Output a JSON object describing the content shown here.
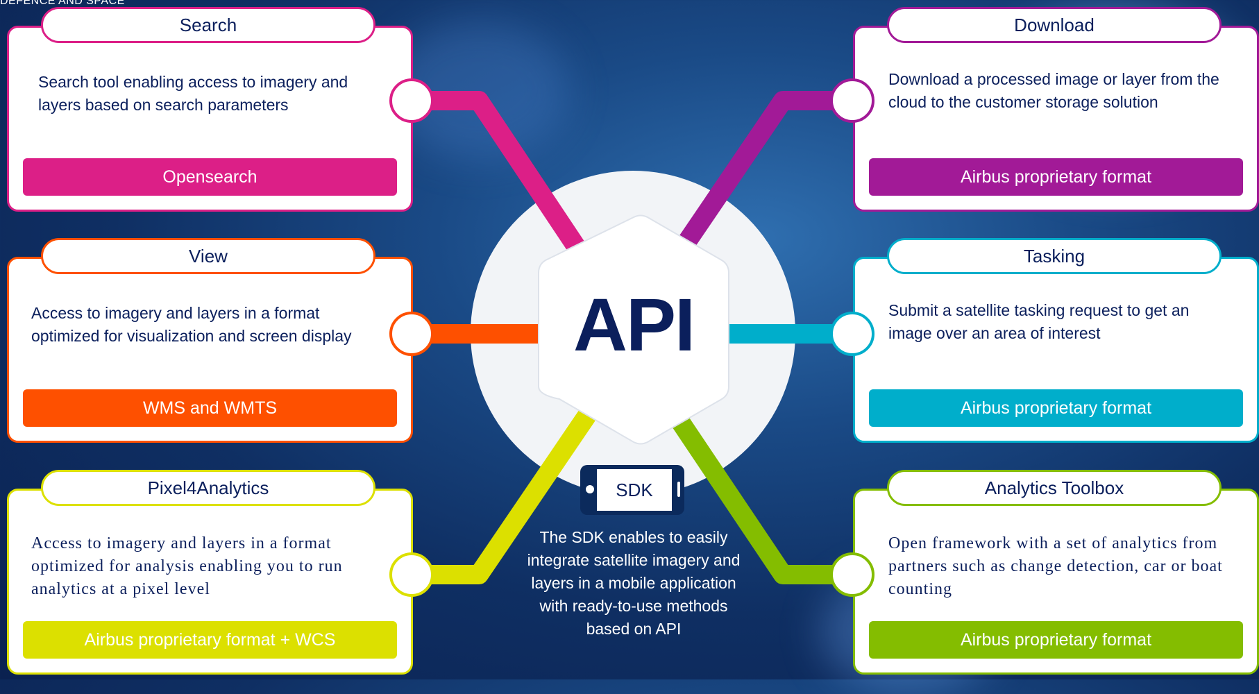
{
  "header": {
    "text": "DEFENCE AND SPACE"
  },
  "center": {
    "label": "API"
  },
  "sdk": {
    "label": "SDK",
    "description": "The SDK enables to easily integrate satellite imagery and layers in a mobile application with ready-to-use methods based on API"
  },
  "cards": {
    "search": {
      "title": "Search",
      "description": "Search tool enabling access to imagery and layers based on search parameters",
      "button": "Opensearch",
      "color": "#dc1f87"
    },
    "view": {
      "title": "View",
      "description": "Access to imagery and layers in a format optimized for visualization and screen display",
      "button": "WMS and WMTS",
      "color": "#fe5000"
    },
    "pixel": {
      "title": "Pixel4Analytics",
      "description": "Access to imagery and layers in a format optimized for analysis enabling you to run analytics at a pixel level",
      "button": "Airbus proprietary format + WCS",
      "color": "#dce000"
    },
    "download": {
      "title": "Download",
      "description": "Download a processed image or layer from the cloud to the customer storage solution",
      "button": "Airbus proprietary format",
      "color": "#a21a97"
    },
    "tasking": {
      "title": "Tasking",
      "description": "Submit a satellite tasking request to get an image over an area of interest",
      "button": "Airbus proprietary format",
      "color": "#00aecb"
    },
    "analytics": {
      "title": "Analytics Toolbox",
      "description": "Open framework with a set of analytics from partners such as change detection, car or boat counting",
      "button": "Airbus proprietary format",
      "color": "#84bd00"
    }
  }
}
